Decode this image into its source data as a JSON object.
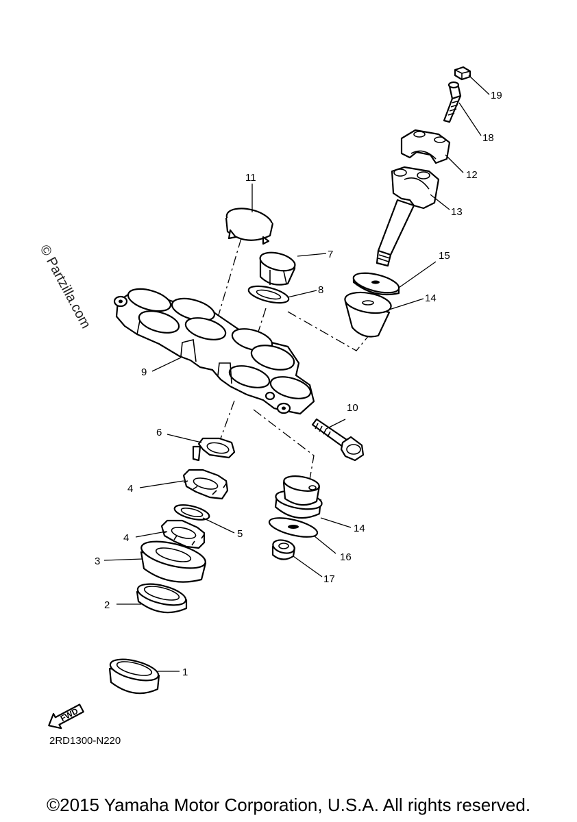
{
  "watermark": "© Partzilla.com",
  "diagram_code": "2RD1300-N220",
  "fwd_label": "FWD",
  "copyright": "©2015 Yamaha Motor Corporation, U.S.A. All rights reserved.",
  "callouts": [
    {
      "id": "c1",
      "label": "1"
    },
    {
      "id": "c2",
      "label": "2"
    },
    {
      "id": "c3",
      "label": "3"
    },
    {
      "id": "c4a",
      "label": "4"
    },
    {
      "id": "c4b",
      "label": "4"
    },
    {
      "id": "c5",
      "label": "5"
    },
    {
      "id": "c6",
      "label": "6"
    },
    {
      "id": "c7",
      "label": "7"
    },
    {
      "id": "c8",
      "label": "8"
    },
    {
      "id": "c9",
      "label": "9"
    },
    {
      "id": "c10",
      "label": "10"
    },
    {
      "id": "c11",
      "label": "11"
    },
    {
      "id": "c12",
      "label": "12"
    },
    {
      "id": "c13",
      "label": "13"
    },
    {
      "id": "c14a",
      "label": "14"
    },
    {
      "id": "c14b",
      "label": "14"
    },
    {
      "id": "c15",
      "label": "15"
    },
    {
      "id": "c16",
      "label": "16"
    },
    {
      "id": "c17",
      "label": "17"
    },
    {
      "id": "c18",
      "label": "18"
    },
    {
      "id": "c19",
      "label": "19"
    }
  ]
}
